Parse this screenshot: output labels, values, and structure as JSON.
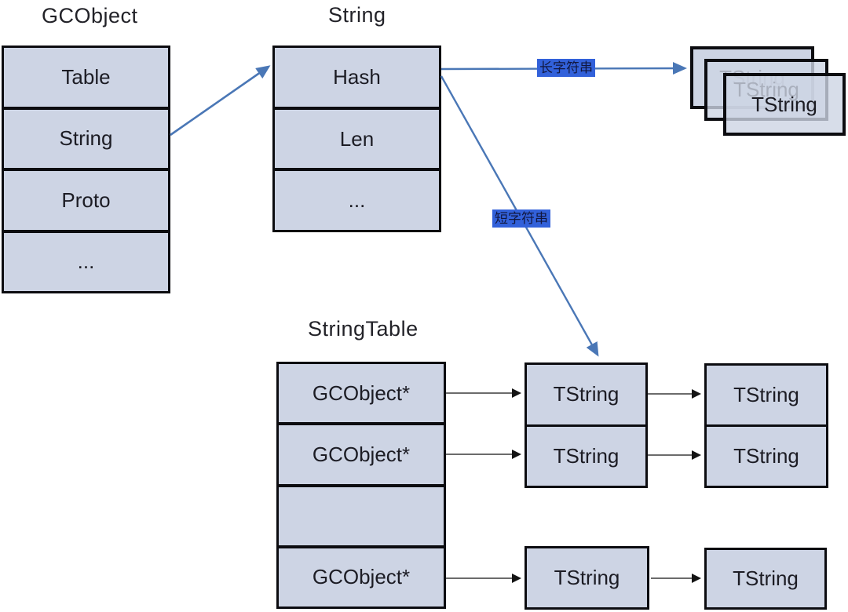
{
  "titles": {
    "gcobject": "GCObject",
    "string": "String",
    "stringtable": "StringTable"
  },
  "gcobject_rows": [
    "Table",
    "String",
    "Proto",
    "..."
  ],
  "string_rows": [
    "Hash",
    "Len",
    "..."
  ],
  "stringtable_rows": [
    "GCObject*",
    "GCObject*",
    "",
    "GCObject*"
  ],
  "arrow_labels": {
    "long_string": "长字符串",
    "short_string": "短字符串"
  },
  "stacked_tstrings": [
    "TString",
    "TString",
    "TString"
  ],
  "chain_rows": [
    [
      "TString",
      "TString"
    ],
    [
      "TString",
      "TString"
    ],
    [
      "TString",
      "TString"
    ]
  ],
  "colors": {
    "box_fill": "#cdd4e4",
    "box_border": "#0c0c10",
    "blue_arrow": "#4a77b6",
    "label_bg": "#3261da",
    "label_text": "#11173f",
    "black_arrow": "#1a1a1a"
  }
}
